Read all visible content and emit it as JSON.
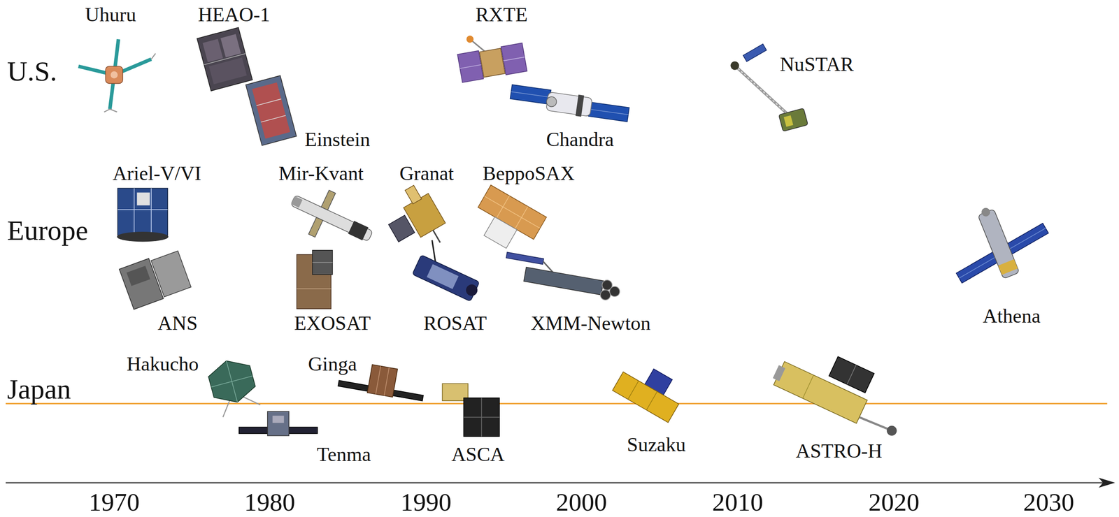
{
  "diagram": {
    "labels": [
      "U.S.",
      "Europe",
      "Japan",
      "Uhuru",
      "HEAO-1",
      "RXTE",
      "NuSTAR",
      "Einstein",
      "Chandra",
      "Ariel-V/VI",
      "Mir-Kvant",
      "Granat",
      "BeppoSAX",
      "ANS",
      "EXOSAT",
      "ROSAT",
      "XMM-Newton",
      "Athena",
      "Hakucho",
      "Ginga",
      "Tenma",
      "ASCA",
      "Suzaku",
      "ASTRO-H",
      "1970",
      "1980",
      "1990",
      "2000",
      "2010",
      "2020",
      "2030"
    ]
  }
}
